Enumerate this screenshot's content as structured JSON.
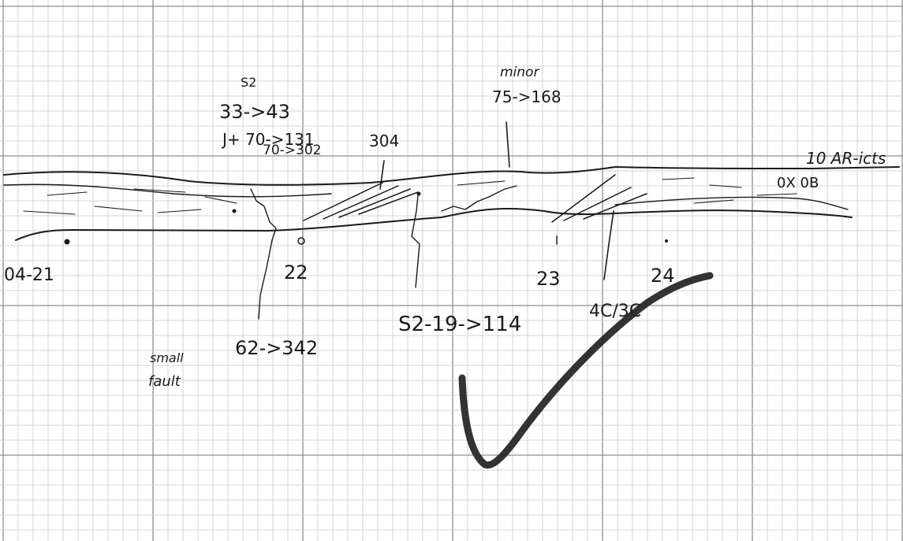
{
  "colors": {
    "paper": "#ffffff",
    "grid_minor": "#c9c9c9",
    "grid_major": "#8f8f8f",
    "ink": "#1a1a1a",
    "check_mark": "#222222"
  },
  "sketch": {
    "labels": {
      "s2_head": "S2",
      "s2_line1": "33->43",
      "s2_line2": "J+ 70->131",
      "s2_line3": "70->302",
      "label_304": "304",
      "minor_word": "minor",
      "minor_value": "75->168",
      "outcrop_name": "10 AR-icts",
      "outcrop_code": "0X 0B",
      "station_04_21": "04-21",
      "station_22": "22",
      "station_23": "23",
      "station_24": "24",
      "fault_value": "62->342",
      "small_fault_1": "small",
      "small_fault_2": "fault",
      "s2_lower": "S2-19->114",
      "label_4c": "4C/3C"
    }
  }
}
